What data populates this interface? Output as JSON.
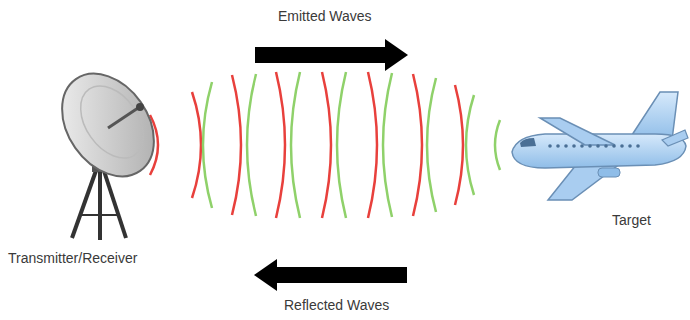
{
  "diagram": {
    "labels": [
      "Emitted Waves",
      "Transmitter/Receiver",
      "Target",
      "Reflected Waves"
    ]
  }
}
